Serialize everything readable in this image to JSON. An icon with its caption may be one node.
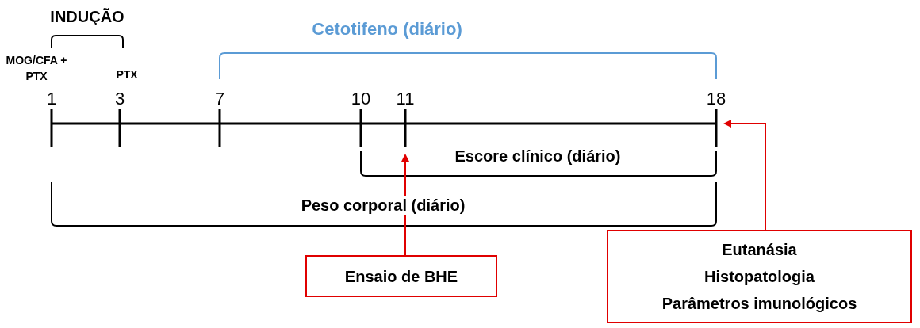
{
  "diagram": {
    "nodes": [
      {
        "text": [
          "Ensaio de BHE"
        ]
      },
      {
        "text": [
          "Eutanásia",
          "Histopatologia",
          "Parâmetros imunológicos"
        ]
      }
    ],
    "edges": [
      {
        "from": 0,
        "to": null,
        "arrow": "to"
      },
      {
        "from": 1,
        "to": null,
        "arrow": "to"
      }
    ],
    "labels": [
      "INDUÇÃO",
      "Cetotifeno (diário)",
      "MOG/CFA + PTX",
      "PTX",
      "1",
      "3",
      "7",
      "10",
      "11",
      "18",
      "Escore clínico (diário)",
      "Peso corporal (diário)"
    ]
  }
}
